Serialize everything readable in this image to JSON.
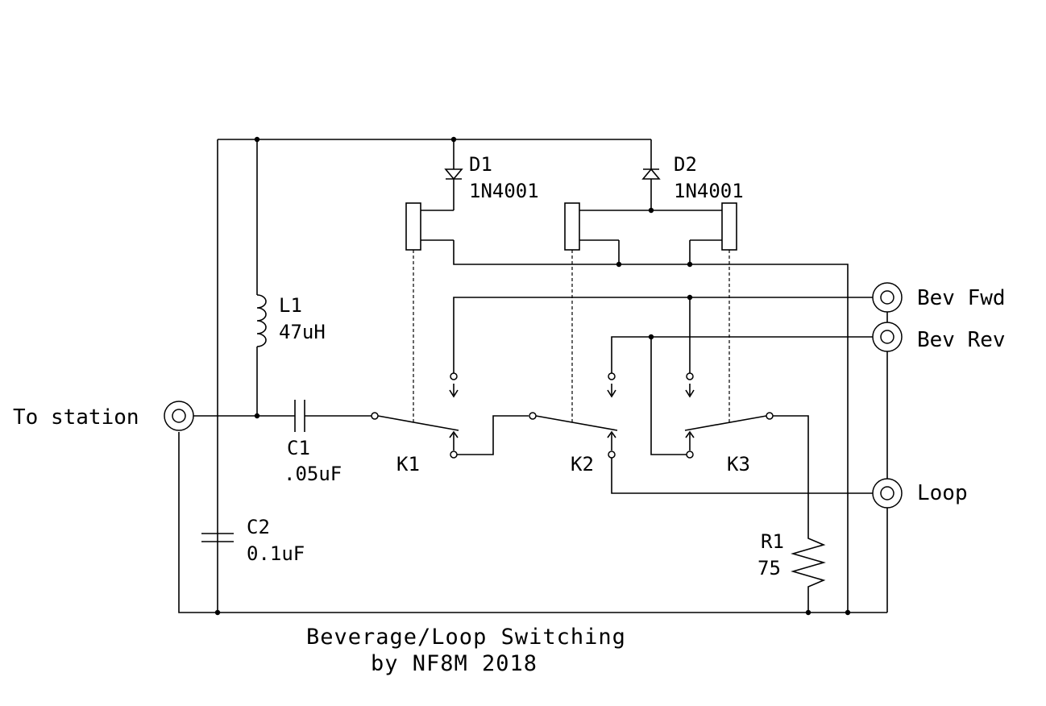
{
  "title": {
    "line1": "Beverage/Loop Switching",
    "line2": "by NF8M 2018"
  },
  "connectors": {
    "station": "To station",
    "bev_fwd": "Bev Fwd",
    "bev_rev": "Bev Rev",
    "loop": "Loop"
  },
  "components": {
    "d1": {
      "ref": "D1",
      "value": "1N4001"
    },
    "d2": {
      "ref": "D2",
      "value": "1N4001"
    },
    "l1": {
      "ref": "L1",
      "value": "47uH"
    },
    "c1": {
      "ref": "C1",
      "value": ".05uF"
    },
    "c2": {
      "ref": "C2",
      "value": "0.1uF"
    },
    "r1": {
      "ref": "R1",
      "value": "75"
    },
    "k1": {
      "ref": "K1"
    },
    "k2": {
      "ref": "K2"
    },
    "k3": {
      "ref": "K3"
    }
  }
}
